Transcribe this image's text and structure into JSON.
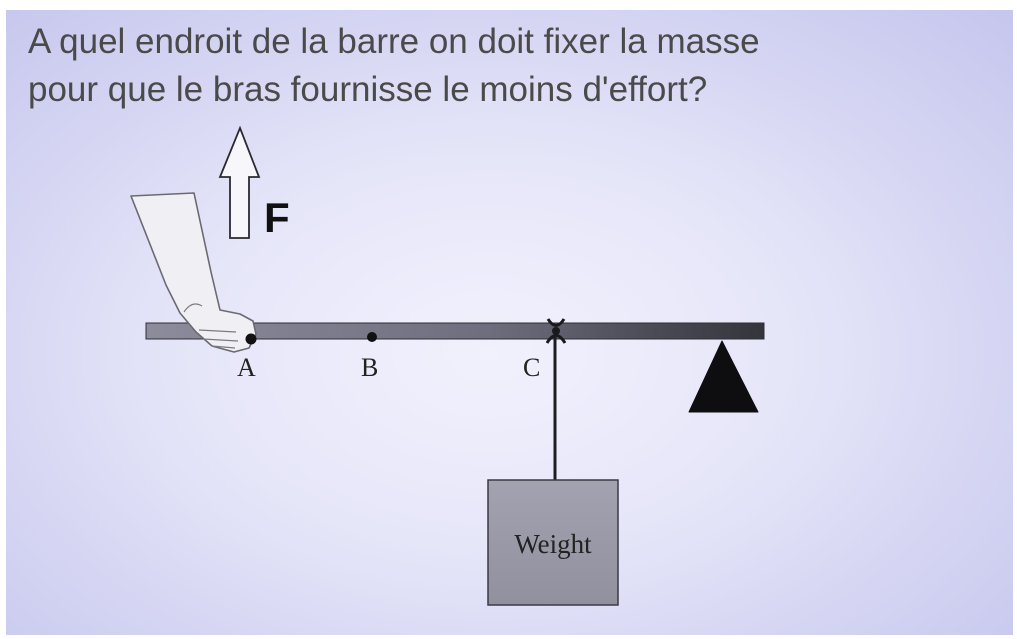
{
  "question": {
    "line1": "A quel endroit de la barre on doit fixer la masse",
    "line2": "pour que le bras fournisse le moins d'effort?"
  },
  "diagram": {
    "force_label": "F",
    "points": [
      "A",
      "B",
      "C"
    ],
    "weight_label": "Weight"
  },
  "colors": {
    "background": "#dcdcf7",
    "text": "#4a4a4a",
    "bar_light": "#8a8a9a",
    "bar_dark": "#3e3e46",
    "weight_box": "#9a9aa8",
    "fulcrum": "#111111"
  }
}
